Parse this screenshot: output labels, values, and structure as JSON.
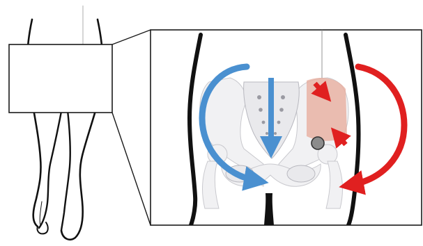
{
  "figure": {
    "left_panel": {
      "kind": "posterior-view-lower-body"
    },
    "right_panel": {
      "kind": "magnified-pelvis"
    }
  },
  "colors": {
    "left_side_arrows": "#4a90d0",
    "right_side_arrows": "#e02020",
    "muscle_highlight": "#e7a99a",
    "hip_joint_marker": "#8c8c8c",
    "outline": "#111111"
  },
  "icons": {
    "rotation_left": "curved-arrow-counterclockwise",
    "rotation_right": "curved-arrow-clockwise",
    "force_down": "straight-arrow-down",
    "muscle_pull": "straight-arrow-diagonal"
  }
}
